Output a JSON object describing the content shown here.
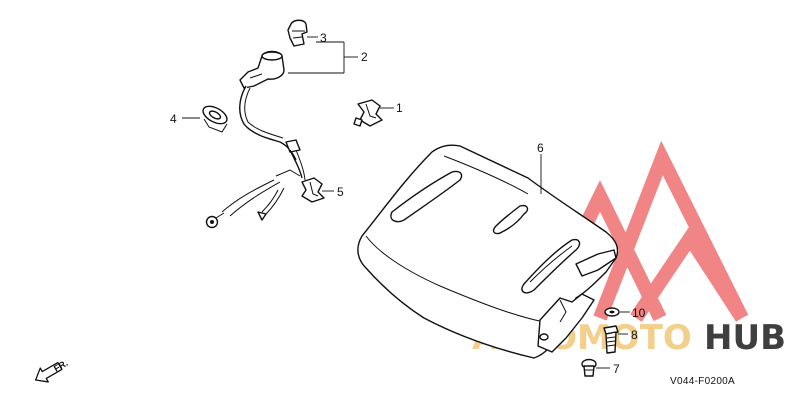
{
  "diagram": {
    "callouts": [
      {
        "id": "c1",
        "text": "1"
      },
      {
        "id": "c2",
        "text": "2"
      },
      {
        "id": "c3",
        "text": "3"
      },
      {
        "id": "c4",
        "text": "4"
      },
      {
        "id": "c5",
        "text": "5"
      },
      {
        "id": "c6",
        "text": "6"
      },
      {
        "id": "c7",
        "text": "7"
      },
      {
        "id": "c8",
        "text": "8"
      },
      {
        "id": "c10",
        "text": "10"
      }
    ],
    "direction_label": "FR.",
    "drawing_code": "V044-F0200A"
  },
  "watermark": {
    "text_light": "AUTOMOTO",
    "text_dark": "HUB",
    "color_light": "#f3cf8a",
    "color_dark": "#3f3f3f",
    "logo_color": "#ef6f6f"
  }
}
